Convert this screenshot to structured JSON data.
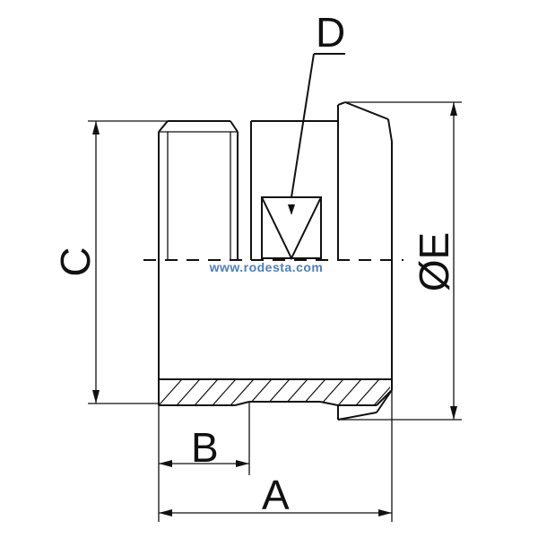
{
  "labels": {
    "a": "A",
    "b": "B",
    "c": "C",
    "d": "D",
    "e": "ØE"
  },
  "watermark": "www.rodesta.com",
  "colors": {
    "line": "#111111",
    "watermark": "#4a7fc1"
  }
}
